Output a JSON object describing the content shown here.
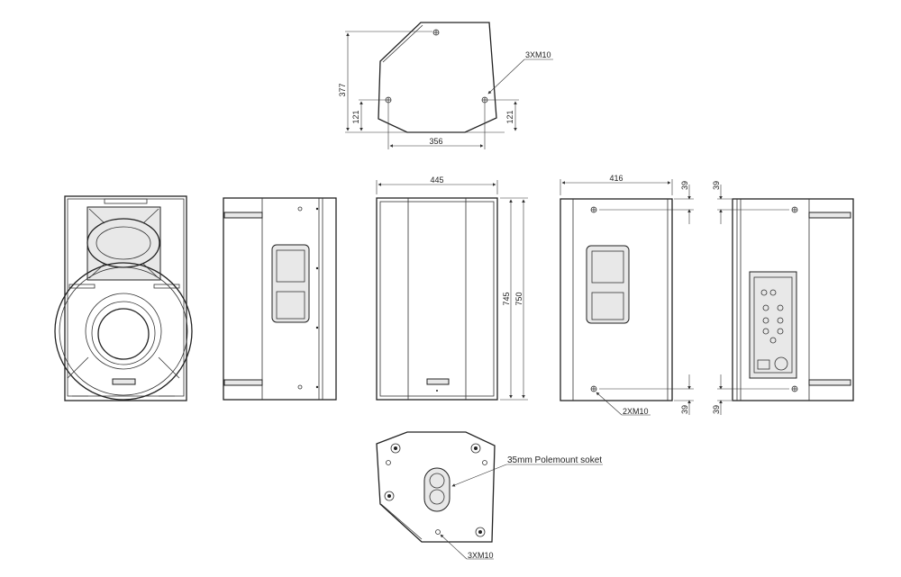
{
  "top_view": {
    "dim_height": "377",
    "dim_left_offset": "121",
    "dim_right_offset": "121",
    "dim_hole_spacing": "356",
    "callout": "3XM10"
  },
  "rear_view": {
    "dim_width": "445",
    "dim_height_inner": "745",
    "dim_height_outer": "750"
  },
  "side_view": {
    "dim_depth": "416",
    "dim_top_offset": "39",
    "dim_bottom_offset": "39",
    "callout": "2XM10"
  },
  "panel_side_view": {
    "dim_top_offset": "39",
    "dim_bottom_offset": "39"
  },
  "bottom_view": {
    "socket_label": "35mm Polemount soket",
    "callout": "3XM10"
  },
  "colors": {
    "line": "#222222",
    "background": "#ffffff"
  }
}
